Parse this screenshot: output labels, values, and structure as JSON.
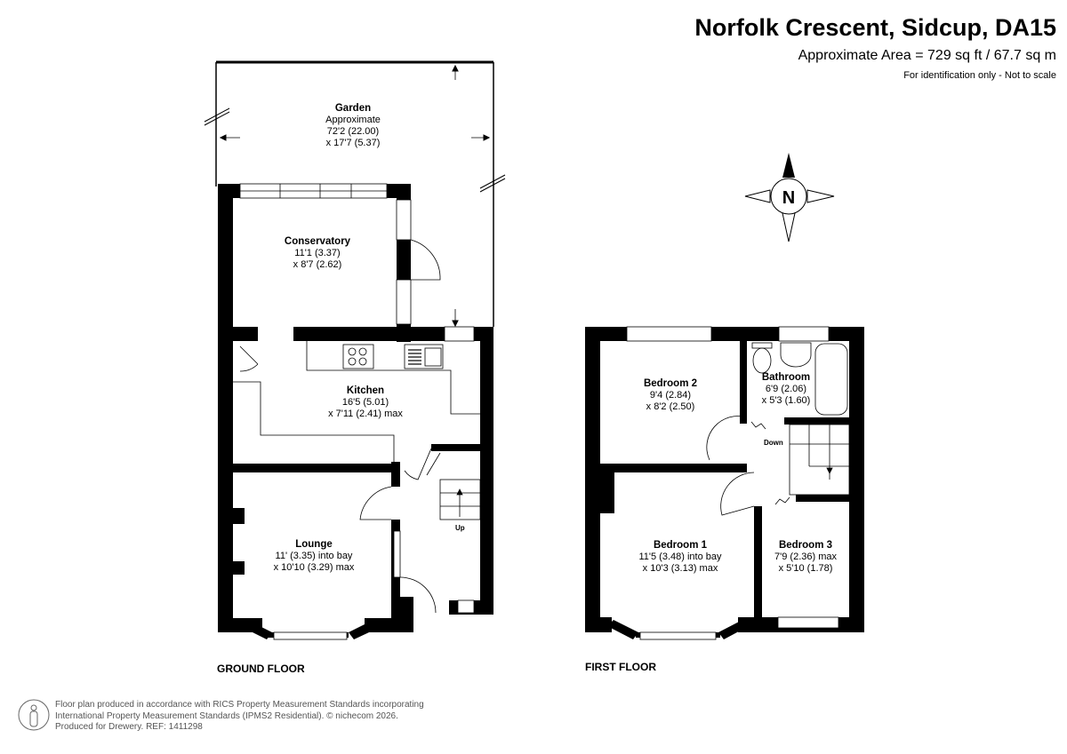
{
  "header": {
    "title": "Norfolk Crescent, Sidcup, DA15",
    "area": "Approximate Area = 729 sq ft / 67.7 sq m",
    "note": "For identification only - Not to scale"
  },
  "compass": {
    "label": "N"
  },
  "ground_floor": {
    "label": "GROUND FLOOR",
    "rooms": [
      {
        "name": "Garden",
        "lines": [
          "Approximate",
          "72'2 (22.00)",
          "x 17'7 (5.37)"
        ]
      },
      {
        "name": "Conservatory",
        "lines": [
          "11'1 (3.37)",
          "x 8'7 (2.62)"
        ]
      },
      {
        "name": "Kitchen",
        "lines": [
          "16'5 (5.01)",
          "x 7'11 (2.41) max"
        ]
      },
      {
        "name": "Lounge",
        "lines": [
          "11' (3.35) into bay",
          "x 10'10 (3.29) max"
        ]
      }
    ],
    "stairs_label": "Up"
  },
  "first_floor": {
    "label": "FIRST FLOOR",
    "rooms": [
      {
        "name": "Bedroom 2",
        "lines": [
          "9'4 (2.84)",
          "x 8'2 (2.50)"
        ]
      },
      {
        "name": "Bathroom",
        "lines": [
          "6'9 (2.06)",
          "x 5'3 (1.60)"
        ]
      },
      {
        "name": "Bedroom 1",
        "lines": [
          "11'5 (3.48) into bay",
          "x 10'3 (3.13) max"
        ]
      },
      {
        "name": "Bedroom 3",
        "lines": [
          "7'9 (2.36) max",
          "x 5'10 (1.78)"
        ]
      }
    ],
    "stairs_label": "Down"
  },
  "footer": {
    "line1": "Floor plan produced in accordance with RICS Property Measurement Standards incorporating",
    "line2": "International Property Measurement Standards (IPMS2 Residential).   © nichecom 2026.",
    "line3": "Produced for Drewery.   REF: 1411298"
  }
}
